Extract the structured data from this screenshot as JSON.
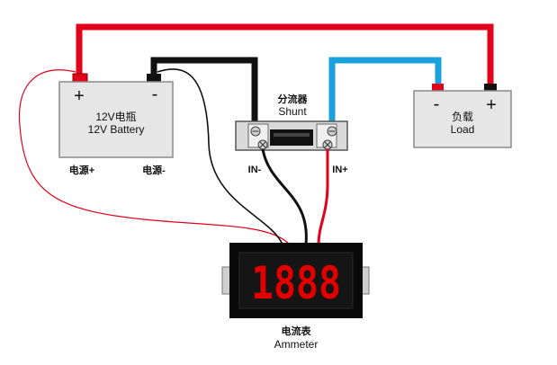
{
  "battery": {
    "title_cn": "12V电瓶",
    "title_en": "12V Battery",
    "plus_sign": "+",
    "minus_sign": "-",
    "label_pos": "电源+",
    "label_neg": "电源-"
  },
  "shunt": {
    "title_cn": "分流器",
    "title_en": "Shunt",
    "in_neg": "IN-",
    "in_pos": "IN+"
  },
  "load": {
    "title_cn": "负载",
    "title_en": "Load",
    "minus_sign": "-",
    "plus_sign": "+"
  },
  "ammeter": {
    "title_cn": "电流表",
    "title_en": "Ammeter",
    "display_value": "1888"
  },
  "colors": {
    "red_wire": "#e3001b",
    "black_wire": "#111111",
    "blue_wire": "#1aa0dc",
    "box_fill": "#e6e6e6",
    "box_stroke": "#8a8a8a",
    "display_red": "#e00000"
  }
}
